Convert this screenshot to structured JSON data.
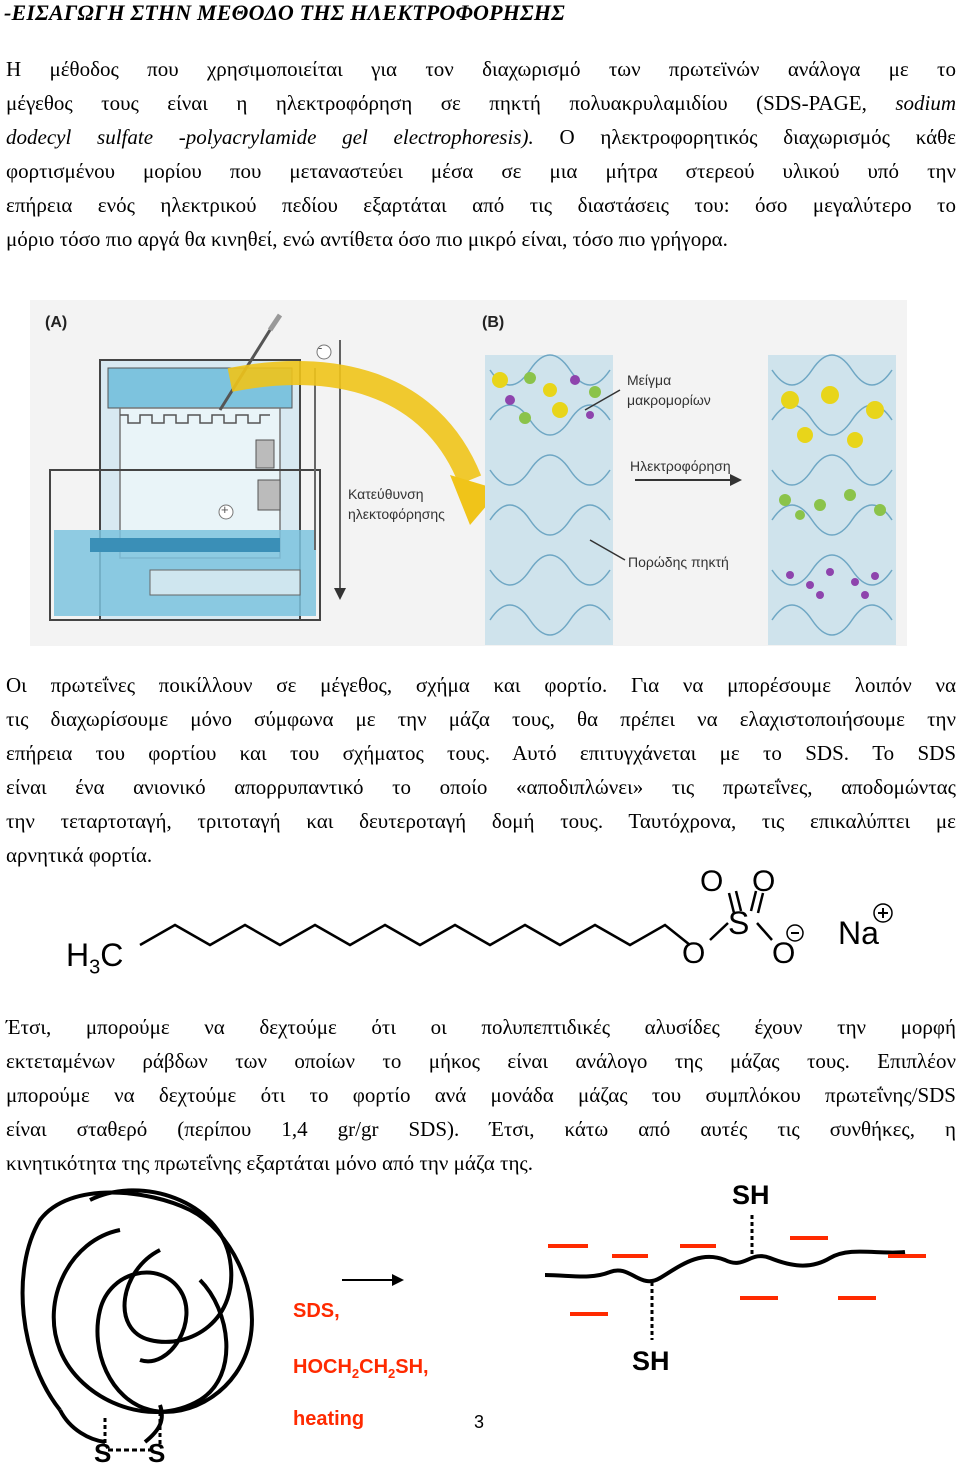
{
  "heading": "-ΕΙΣΑΓΩΓΗ ΣΤΗΝ ΜΕΘΟΔΟ ΤΗΣ ΗΛΕΚΤΡΟΦΟΡΗΣΗΣ",
  "intro": {
    "l1": "Η μέθοδος που χρησιμοποιείται για τον διαχωρισμό  των πρωτεϊνών ανάλογα με το",
    "l2a": "μέγεθος τους είναι η ηλεκτροφόρηση σε πηκτή πολυακρυλαμιδίου (SDS-PAGE, ",
    "l2b": "sodium",
    "l3a": "dodecyl sulfate -polyacrylamide gel electrophoresis).",
    "l3b": " Ο ηλεκτροφορητικός διαχωρισμός κάθε",
    "l4": "φορτισμένου μορίου που μεταναστεύει μέσα σε μια μήτρα στερεού υλικού υπό την",
    "l5": "επήρεια ενός ηλεκτρικού πεδίου εξαρτάται από τις διαστάσεις του: όσο μεγαλύτερο το",
    "l6": "μόριο τόσο πιο αργά θα κινηθεί, ενώ αντίθετα όσο πιο μικρό είναι, τόσο πιο γρήγορα."
  },
  "figure": {
    "panel_a": "(A)",
    "panel_b": "(B)",
    "minus": "-",
    "plus": "+",
    "direction_line1": "Κατεύθυνση",
    "direction_line2": "ηλεκτοφόρησης",
    "mixture_line1": "Μείγμα",
    "mixture_line2": "μακρομορίων",
    "electrophoresis": "Ηλεκτροφόρηση",
    "porous_gel": "Πορώδης πηκτή"
  },
  "para2": {
    "l1": "Οι πρωτεΐνες ποικίλλουν σε μέγεθος, σχήμα και φορτίο. Για να μπορέσουμε λοιπόν να",
    "l2": "τις διαχωρίσουμε μόνο σύμφωνα με την μάζα τους, θα πρέπει να ελαχιστοποιήσουμε  την",
    "l3": "επήρεια του φορτίου και του σχήματος τους. Αυτό επιτυγχάνεται με το SDS. Το SDS",
    "l4": "είναι ένα ανιονικό απορρυπαντικό το οποίο «αποδιπλώνει» τις πρωτεΐνες, αποδομώντας",
    "l5": "την τεταρτοταγή, τριτοταγή και δευτεροταγή δομή τους. Ταυτόχρονα, τις επικαλύπτει με",
    "l6": "αρνητικά φορτία."
  },
  "sds_formula": {
    "h": "H",
    "sub3": "3",
    "c": "C",
    "o1": "O",
    "o2": "O",
    "o3": "O",
    "o4": "O",
    "s": "S",
    "na": "Na",
    "minus": "−",
    "plus": "+"
  },
  "para3": {
    "l1": "Έτσι, μπορούμε να δεχτούμε ότι οι πολυπεπτιδικές αλυσίδες έχουν την μορφή",
    "l2": "εκτεταμένων ράβδων των οποίων το μήκος είναι ανάλογο της μάζας τους. Επιπλέον",
    "l3": "μπορούμε να δεχτούμε ότι το φορτίο ανά μονάδα μάζας του συμπλόκου πρωτεΐνης/SDS",
    "l4": "είναι σταθερό (περίπου 1,4 gr/gr SDS). Έτσι, κάτω από αυτές τις συνθήκες, η",
    "l5": "κινητικότητα της πρωτεΐνης εξαρτάται μόνο από την μάζα της."
  },
  "denaturation": {
    "reagent1": "SDS,",
    "reagent2a": "HOCH",
    "reagent2b": "2",
    "reagent2c": "CH",
    "reagent2d": "2",
    "reagent2e": "SH,",
    "reagent3": "heating",
    "sh_top": "SH",
    "sh_bottom": "SH",
    "s_left": "S",
    "s_right": "S"
  },
  "page_number": "3"
}
